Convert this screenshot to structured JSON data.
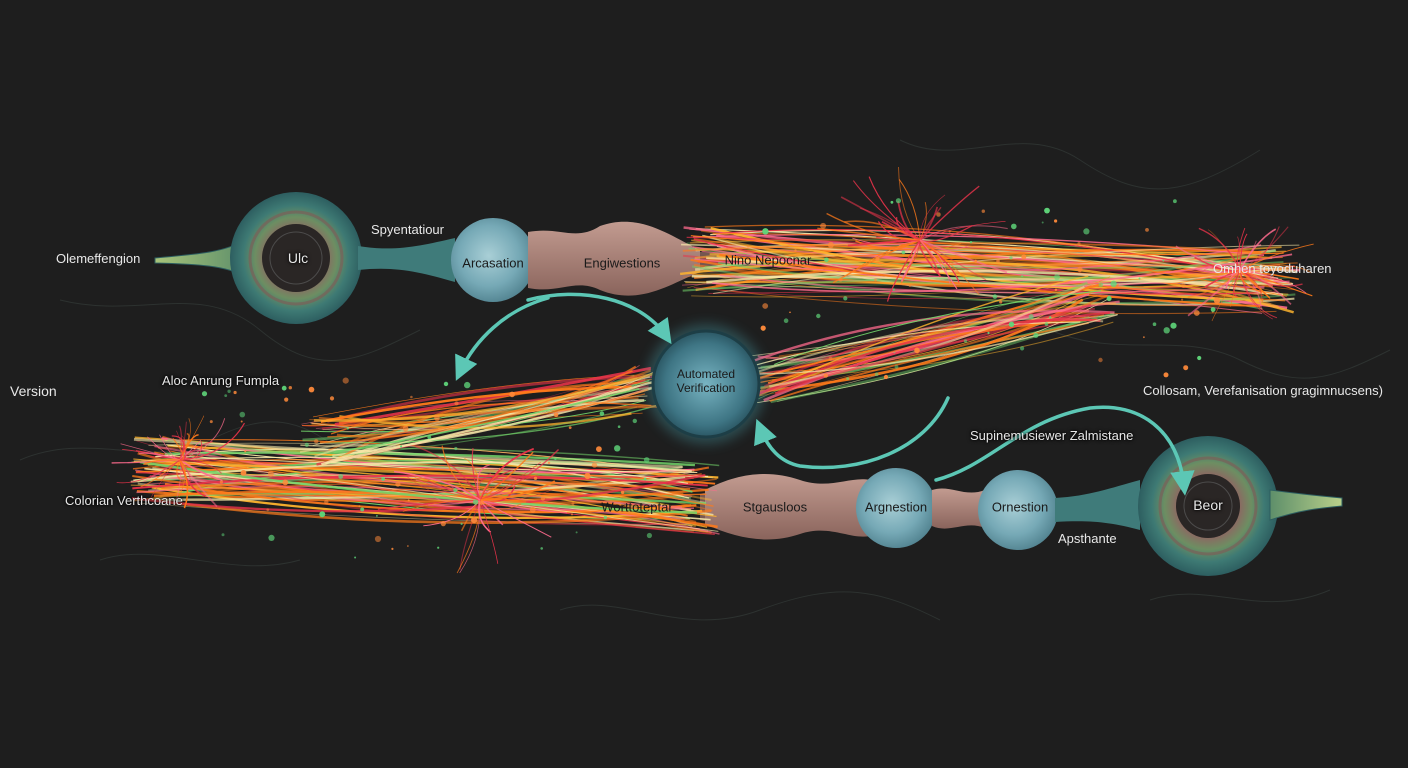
{
  "labels": {
    "ulc": "Ulc",
    "olemeffengion": "Olemeffengion",
    "spyentatiour": "Spyentatiour",
    "arcasation": "Arcasation",
    "engiwestions": "Engiwestions",
    "nino_nepocnar": "Nino Nepocnar",
    "omhen_toyoduharen": "Omhen toyoduharen",
    "version": "Version",
    "aloc_anrung_fumpla": "Aloc Anrung Fumpla",
    "automated_verification_line1": "Automated",
    "automated_verification_line2": "Verification",
    "collosam": "Collosam, Verefanisation gragimnucsens)",
    "supiner": "Supinemusiewer Zalmistane",
    "colorian_verthcoane": "Colorian Verthcoane",
    "worttoteptar": "Worttoteptar",
    "stgausloos": "Stgausloos",
    "argnestion": "Argnestion",
    "ornestion": "Ornestion",
    "apsthante": "Apsthante",
    "beor": "Beor"
  },
  "colors": {
    "background": "#1e1e1e",
    "teal": "#3f8a8c",
    "blue_node": "#7fb0bd",
    "pink_node": "#a87c74",
    "arrow": "#5cc7b5",
    "fiber_orange": "#ff7a1a",
    "fiber_red": "#e8334a",
    "fiber_pink": "#ff6b8e",
    "fiber_green": "#72d46a",
    "fiber_cream": "#f6e7a8"
  }
}
